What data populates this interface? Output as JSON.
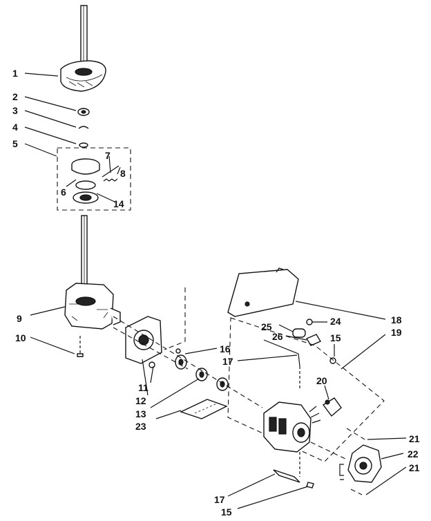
{
  "diagram": {
    "labels": {
      "l1": "1",
      "l2": "2",
      "l3": "3",
      "l4": "4",
      "l5": "5",
      "l6": "6",
      "l7": "7",
      "l8": "8",
      "l14": "14",
      "l9": "9",
      "l10": "10",
      "l11": "11",
      "l12": "12",
      "l13": "13",
      "l16": "16",
      "l17a": "17",
      "l23": "23",
      "l18": "18",
      "l19": "19",
      "l24": "24",
      "l25": "25",
      "l26": "26",
      "l15a": "15",
      "l20": "20",
      "l21a": "21",
      "l22": "22",
      "l21b": "21",
      "l17b": "17",
      "l15b": "15"
    }
  }
}
